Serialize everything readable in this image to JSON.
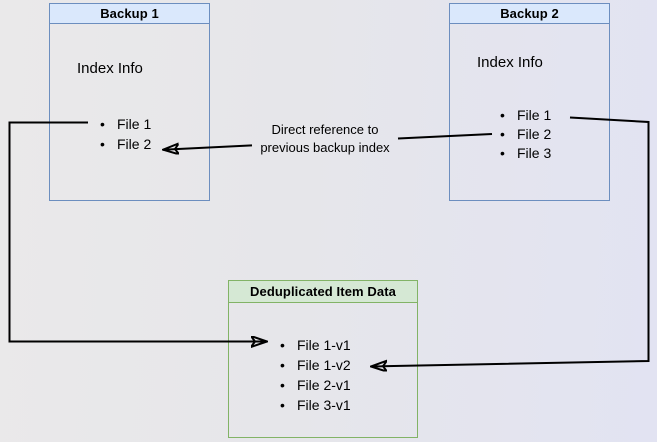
{
  "nodes": {
    "backup1": {
      "title": "Backup 1",
      "subtitle": "Index Info",
      "items": [
        "File 1",
        "File 2"
      ]
    },
    "backup2": {
      "title": "Backup 2",
      "subtitle": "Index Info",
      "items": [
        "File 1",
        "File 2",
        "File 3"
      ]
    },
    "dedup": {
      "title": "Deduplicated Item Data",
      "items": [
        "File 1-v1",
        "File 1-v2",
        "File 2-v1",
        "File 3-v1"
      ]
    }
  },
  "edge_label": {
    "line1": "Direct reference to",
    "line2": "previous backup index"
  },
  "colors": {
    "background_left": "#e9e8ea",
    "background_right": "#e2e3f2",
    "backup_header_fill": "#dae8fc",
    "backup_border": "#6c8ebf",
    "dedup_header_fill": "#d5e8d4",
    "dedup_border": "#82b366",
    "connector": "#000000",
    "text": "#000000"
  }
}
